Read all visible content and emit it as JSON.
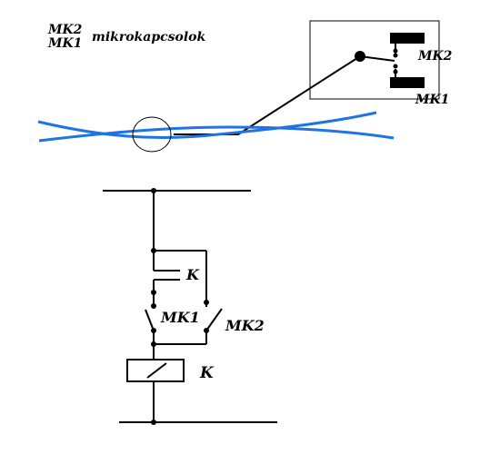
{
  "top_legend": {
    "mk2": "MK2",
    "mk1": "MK1",
    "caption": "mikrokapcsolok"
  },
  "switch_box": {
    "mk2_label": "MK2",
    "mk1_label": "MK1"
  },
  "circuit": {
    "contact_label": "K",
    "mk1_label": "MK1",
    "mk2_label": "MK2",
    "coil_label": "K"
  },
  "colors": {
    "water": "#1e73e8",
    "ink": "#000000",
    "background": "#ffffff"
  }
}
